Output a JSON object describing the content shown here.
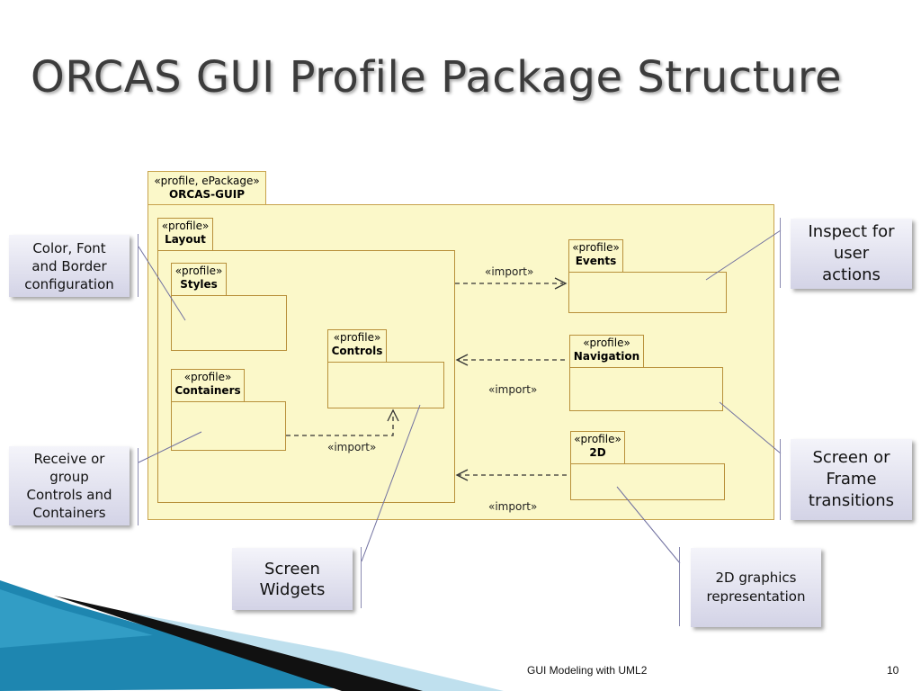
{
  "title": "ORCAS GUI Profile Package Structure",
  "main_package": {
    "stereotype": "«profile, ePackage»",
    "name": "ORCAS-GUIP"
  },
  "packages": {
    "layout": {
      "stereotype": "«profile»",
      "name": "Layout"
    },
    "styles": {
      "stereotype": "«profile»",
      "name": "Styles"
    },
    "containers": {
      "stereotype": "«profile»",
      "name": "Containers"
    },
    "controls": {
      "stereotype": "«profile»",
      "name": "Controls"
    },
    "events": {
      "stereotype": "«profile»",
      "name": "Events"
    },
    "navigation": {
      "stereotype": "«profile»",
      "name": "Navigation"
    },
    "twod": {
      "stereotype": "«profile»",
      "name": "2D"
    }
  },
  "imports": {
    "events": "«import»",
    "navigation": "«import»",
    "containers": "«import»",
    "twod": "«import»"
  },
  "callouts": {
    "color_font": [
      "Color, Font",
      "and Border",
      "configuration"
    ],
    "receive_group": [
      "Receive or",
      "group",
      "Controls and",
      "Containers"
    ],
    "screen_widgets": [
      "Screen",
      "Widgets"
    ],
    "inspect": [
      "Inspect for",
      "user",
      "actions"
    ],
    "screen_frame": [
      "Screen or",
      "Frame",
      "transitions"
    ],
    "graphics_2d": [
      "2D graphics",
      "representation"
    ]
  },
  "footer": {
    "text": "GUI Modeling with UML2",
    "page": "10"
  },
  "colors": {
    "package_fill": "#fbf8c9",
    "package_border": "#c7a24c",
    "callout": "#d3d3e6",
    "accent": "#1e86b0"
  }
}
